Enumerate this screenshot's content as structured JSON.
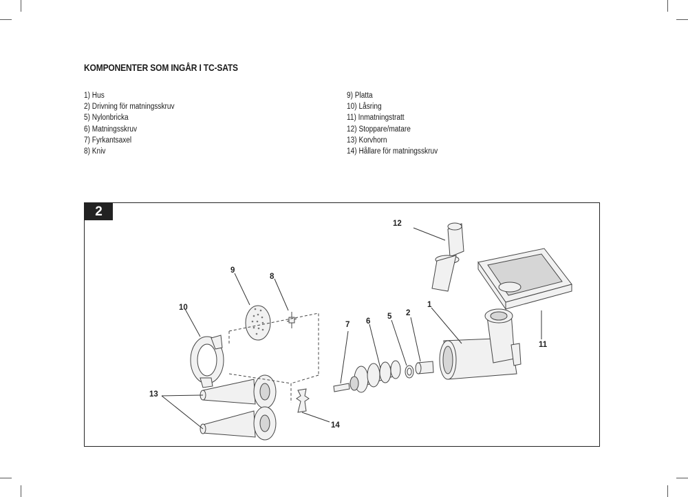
{
  "heading": "KOMPONENTER SOM INGÅR I TC-SATS",
  "parts_left": [
    "1) Hus",
    "2) Drivning för matningsskruv",
    "5) Nylonbricka",
    "6) Matningsskruv",
    "7) Fyrkantsaxel",
    "8) Kniv"
  ],
  "parts_right": [
    "9) Platta",
    "10) Låsring",
    "11) Inmatningstratt",
    "12) Stoppare/matare",
    "13) Korvhorn",
    "14) Hållare för matningsskruv"
  ],
  "figure": {
    "number": "2",
    "callouts": {
      "c12": "12",
      "c9": "9",
      "c8": "8",
      "c10": "10",
      "c7": "7",
      "c6": "6",
      "c5": "5",
      "c2": "2",
      "c1": "1",
      "c11": "11",
      "c13": "13",
      "c14": "14"
    }
  }
}
